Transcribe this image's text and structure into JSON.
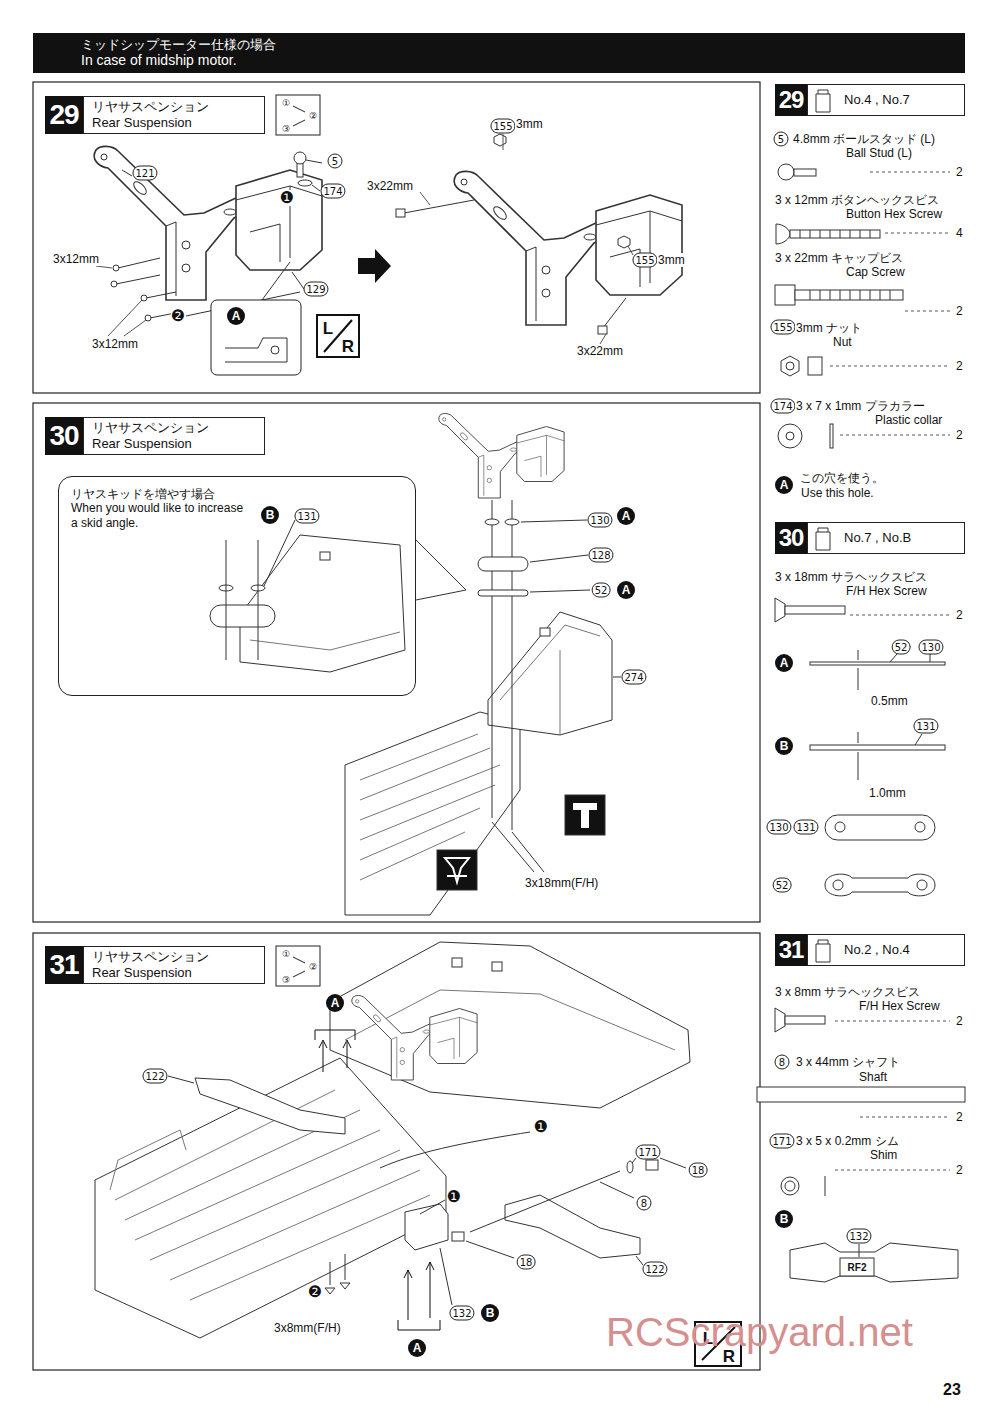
{
  "diagram": {
    "nodes": [
      {
        "text": [
          "ミッドシップモーター仕様の場合",
          "In case of midship motor."
        ]
      },
      {
        "text": [
          "29"
        ]
      },
      {
        "text": [
          "リヤサスペンション",
          "Rear Suspension"
        ]
      },
      {
        "text": [
          "30"
        ]
      },
      {
        "text": [
          "リヤサスペンション",
          "Rear Suspension"
        ]
      },
      {
        "text": [
          "リヤスキッドを増やす場合",
          "When you would like to increase a skid angle."
        ]
      },
      {
        "text": [
          "31"
        ]
      },
      {
        "text": [
          "リヤサスペンション",
          "Rear Suspension"
        ]
      },
      {
        "text": [
          "29"
        ]
      },
      {
        "text": [
          "No.4 , No.7"
        ]
      },
      {
        "text": [
          "30"
        ]
      },
      {
        "text": [
          "No.7 , No.B"
        ]
      },
      {
        "text": [
          "31"
        ]
      },
      {
        "text": [
          "No.2 , No.4"
        ]
      }
    ],
    "labels": [
      "①",
      "②",
      "③",
      "121",
      "5",
      "❶",
      "174",
      "129",
      "3x12mm",
      "3x12mm",
      "❷",
      "A",
      "L",
      "R",
      "155",
      "3mm",
      "3x22mm",
      "155",
      "3mm",
      "3x22mm",
      "B",
      "131",
      "130",
      "A",
      "128",
      "52",
      "A",
      "274",
      "3x18mm(F/H)",
      "①",
      "②",
      "③",
      "A",
      "122",
      "❶",
      "❶",
      "171",
      "18",
      "8",
      "18",
      "122",
      "❷",
      "132",
      "B",
      "3x8mm(F/H)",
      "A",
      "L",
      "R",
      "5",
      "4.8mm ボールスタッド (L)",
      "Ball Stud (L)",
      "2",
      "3 x 12mm ボタンヘックスビス",
      "Button Hex Screw",
      "4",
      "3 x 22mm キャップビス",
      "Cap Screw",
      "2",
      "155",
      "3mm ナット",
      "Nut",
      "2",
      "174",
      "3 x 7 x 1mm プラカラー",
      "Plastic collar",
      "2",
      "A",
      "この穴を使う。",
      "Use this hole.",
      "3 x 18mm サラヘックスビス",
      "F/H Hex Screw",
      "2",
      "A",
      "52",
      "130",
      "0.5mm",
      "B",
      "131",
      "1.0mm",
      "130",
      "131",
      "52",
      "3 x 8mm サラヘックスビス",
      "F/H Hex Screw",
      "2",
      "8",
      "3 x 44mm シャフト",
      "Shaft",
      "2",
      "171",
      "3 x 5 x 0.2mm シム",
      "Shim",
      "2",
      "B",
      "132",
      "RF2",
      "RCScrapyard.net",
      "23"
    ]
  }
}
